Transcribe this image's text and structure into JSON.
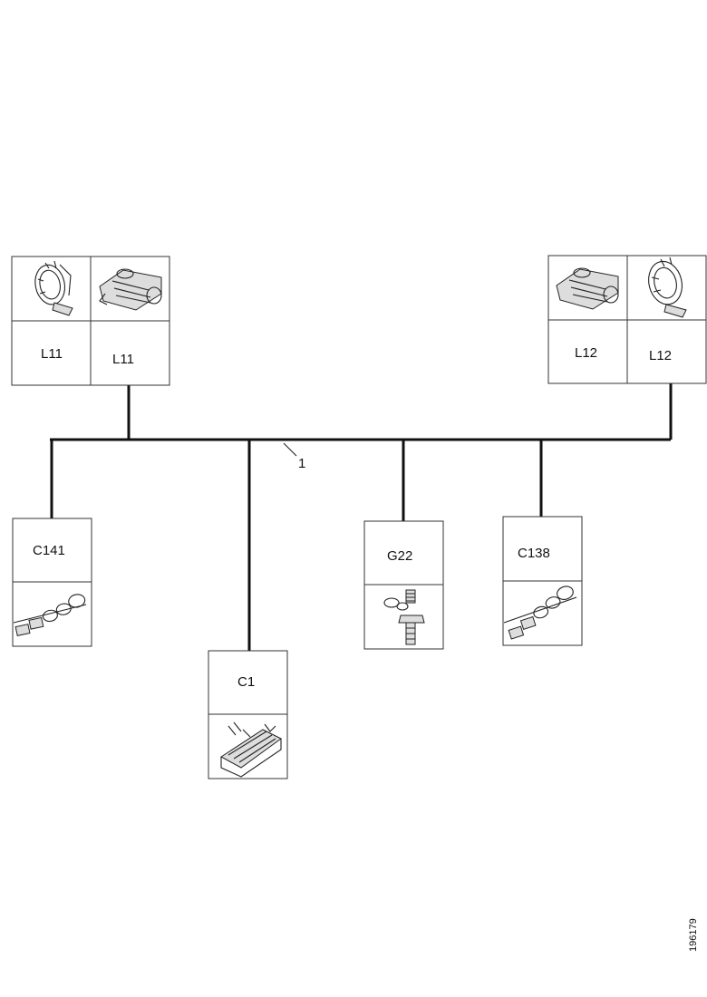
{
  "components": {
    "l11_a": "L11",
    "l11_b": "L11",
    "l12_a": "L12",
    "l12_b": "L12",
    "c141": "C141",
    "c1": "C1",
    "g22": "G22",
    "c138": "C138"
  },
  "harness_label": "1",
  "reference_id": "196179",
  "icons": {
    "lamp": "headlamp-icon",
    "motor": "motor-icon",
    "connector_block": "connector-block-icon",
    "ground": "ground-stud-icon",
    "inline_connector": "inline-connector-icon"
  }
}
